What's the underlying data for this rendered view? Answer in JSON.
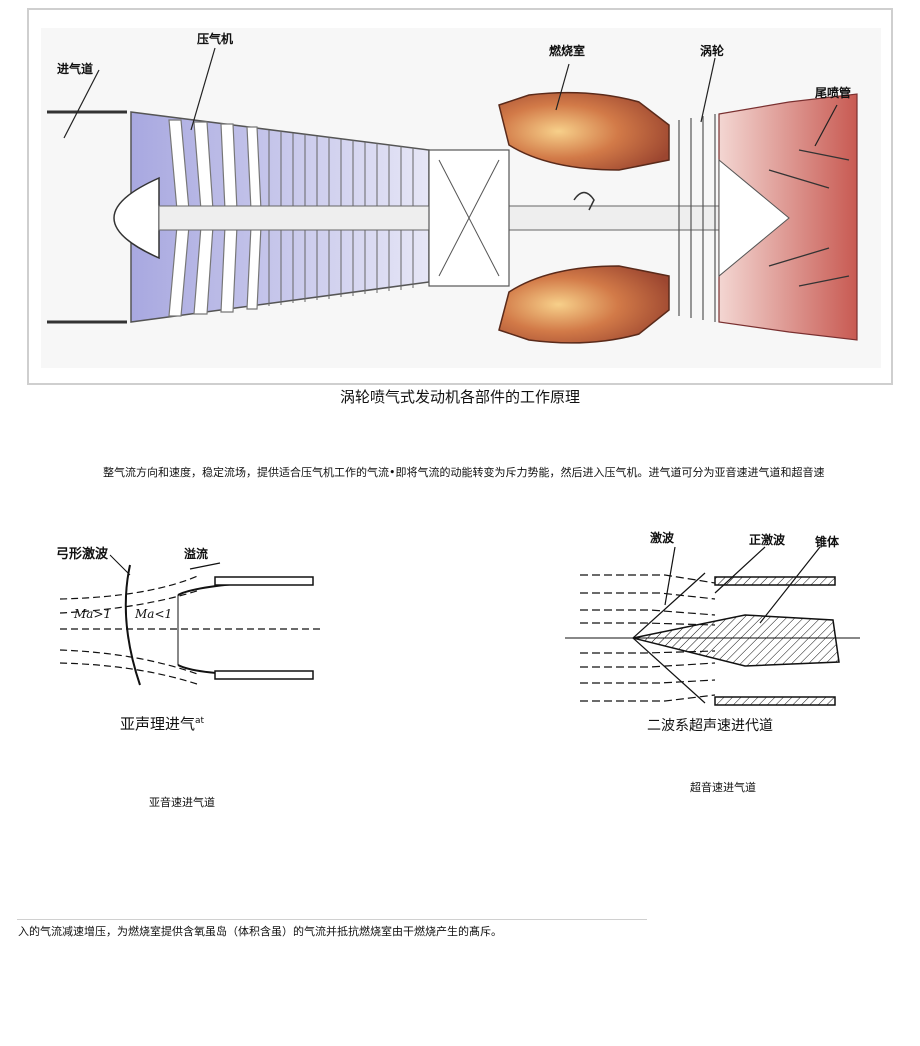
{
  "engine_figure": {
    "labels": {
      "inlet": "进气道",
      "compressor": "压气机",
      "combustor": "燃烧室",
      "turbine": "涡轮",
      "nozzle": "尾喷管"
    },
    "caption": "涡轮喷气式发动机各部件的工作原理",
    "colors": {
      "combustor": "#a04a30",
      "flame": "#f2b36a",
      "nozzle": "#c8645a",
      "compressor": "#b4b4e6"
    }
  },
  "paragraph_top": "整气流方向和速度，稳定流场，提供适合压气机工作的气流•即将气流的动能转变为斥力势能，然后进入压气机。进气道可分为亚音速进气道和超音速",
  "subsonic_figure": {
    "label_shock": "弓形激波",
    "label_overflow": "溢流",
    "label_ma_gt": "Ma>1",
    "label_ma_lt": "Ma<1",
    "inner_caption": "亚声理进气",
    "inner_caption_sup": "at",
    "caption": "亚音速进气道"
  },
  "supersonic_figure": {
    "label_shock": "激波",
    "label_normal_shock": "正激波",
    "label_cone": "锥体",
    "inner_caption": "二波系超声速进代道",
    "caption": "超音速进气道"
  },
  "paragraph_bottom": "入的气流减速增压，为燃烧室提供含氧虽岛（体积含虽）的气流并抵抗燃烧室由干燃烧产生的髙斥。"
}
